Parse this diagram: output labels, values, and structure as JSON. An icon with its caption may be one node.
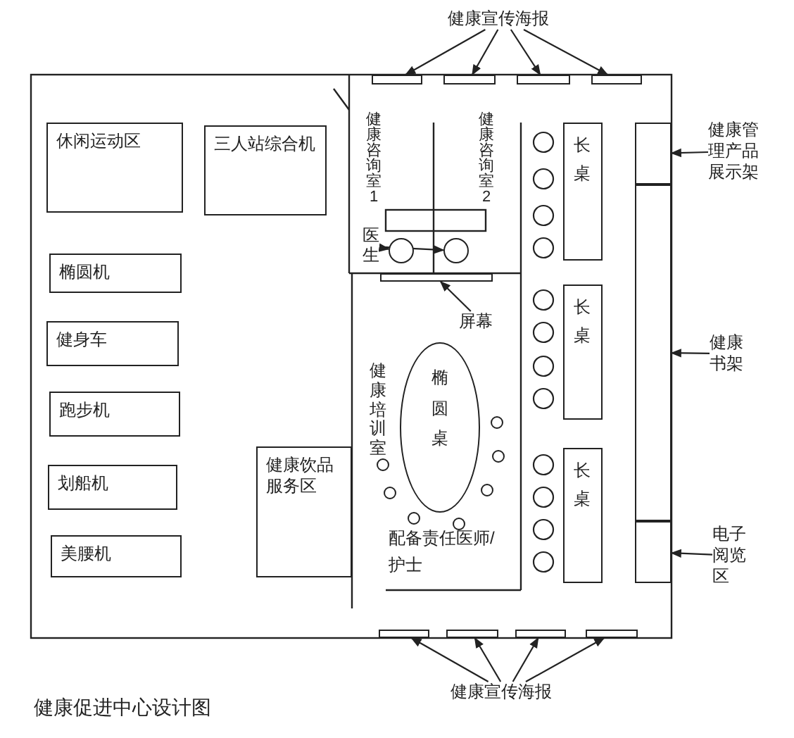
{
  "diagram": {
    "caption": "健康促进中心设计图",
    "nodes": [
      {
        "text": [
          "健康宣传海报"
        ]
      },
      {
        "text": [],
        "shape": "bar"
      },
      {
        "text": [],
        "shape": "bar"
      },
      {
        "text": [],
        "shape": "bar"
      },
      {
        "text": [],
        "shape": "bar"
      },
      {
        "text": [
          "休闲运动区"
        ]
      },
      {
        "text": [
          "三人站综合机"
        ]
      },
      {
        "text": [
          "医生"
        ]
      },
      {
        "text": [],
        "shape": "circle"
      },
      {
        "text": [],
        "shape": "circle"
      },
      {
        "text": [],
        "shape": "bar"
      },
      {
        "text": [
          "屏幕"
        ]
      },
      {
        "text": [
          "椭圆桌"
        ]
      },
      {
        "text": [
          "长桌"
        ]
      },
      {
        "text": [
          "长桌"
        ]
      },
      {
        "text": [
          "长桌"
        ]
      },
      {
        "text": [
          "健康管理产品展示架"
        ]
      },
      {
        "text": [],
        "shape": "box"
      },
      {
        "text": [
          "健康书架"
        ]
      },
      {
        "text": [],
        "shape": "box"
      },
      {
        "text": [
          "电子阅览区"
        ]
      },
      {
        "text": [],
        "shape": "box"
      },
      {
        "text": [
          "椭圆机"
        ]
      },
      {
        "text": [
          "健身车"
        ]
      },
      {
        "text": [
          "跑步机"
        ]
      },
      {
        "text": [
          "划船机"
        ]
      },
      {
        "text": [
          "美腰机"
        ]
      },
      {
        "text": [
          "健康饮品服务区"
        ]
      },
      {
        "text": [],
        "shape": "bar"
      },
      {
        "text": [],
        "shape": "bar"
      },
      {
        "text": [],
        "shape": "bar"
      },
      {
        "text": [],
        "shape": "bar"
      },
      {
        "text": [
          "健康宣传海报"
        ]
      }
    ],
    "edges": [
      {
        "from": 0,
        "to": 1,
        "arrow": "to"
      },
      {
        "from": 0,
        "to": 2,
        "arrow": "to"
      },
      {
        "from": 0,
        "to": 3,
        "arrow": "to"
      },
      {
        "from": 0,
        "to": 4,
        "arrow": "to"
      },
      {
        "from": 7,
        "to": 8,
        "arrow": "to"
      },
      {
        "from": 7,
        "to": 9,
        "arrow": "to"
      },
      {
        "from": 11,
        "to": 10,
        "arrow": "to"
      },
      {
        "from": 16,
        "to": 17,
        "arrow": "to"
      },
      {
        "from": 18,
        "to": 19,
        "arrow": "to"
      },
      {
        "from": 20,
        "to": 21,
        "arrow": "to"
      },
      {
        "from": 32,
        "to": 28,
        "arrow": "to"
      },
      {
        "from": 32,
        "to": 29,
        "arrow": "to"
      },
      {
        "from": 32,
        "to": 30,
        "arrow": "to"
      },
      {
        "from": 32,
        "to": 31,
        "arrow": "to"
      }
    ],
    "labels": [
      "健康咨询室1",
      "健康咨询室2",
      "健康培训室",
      "配备责任医师/护士"
    ]
  }
}
